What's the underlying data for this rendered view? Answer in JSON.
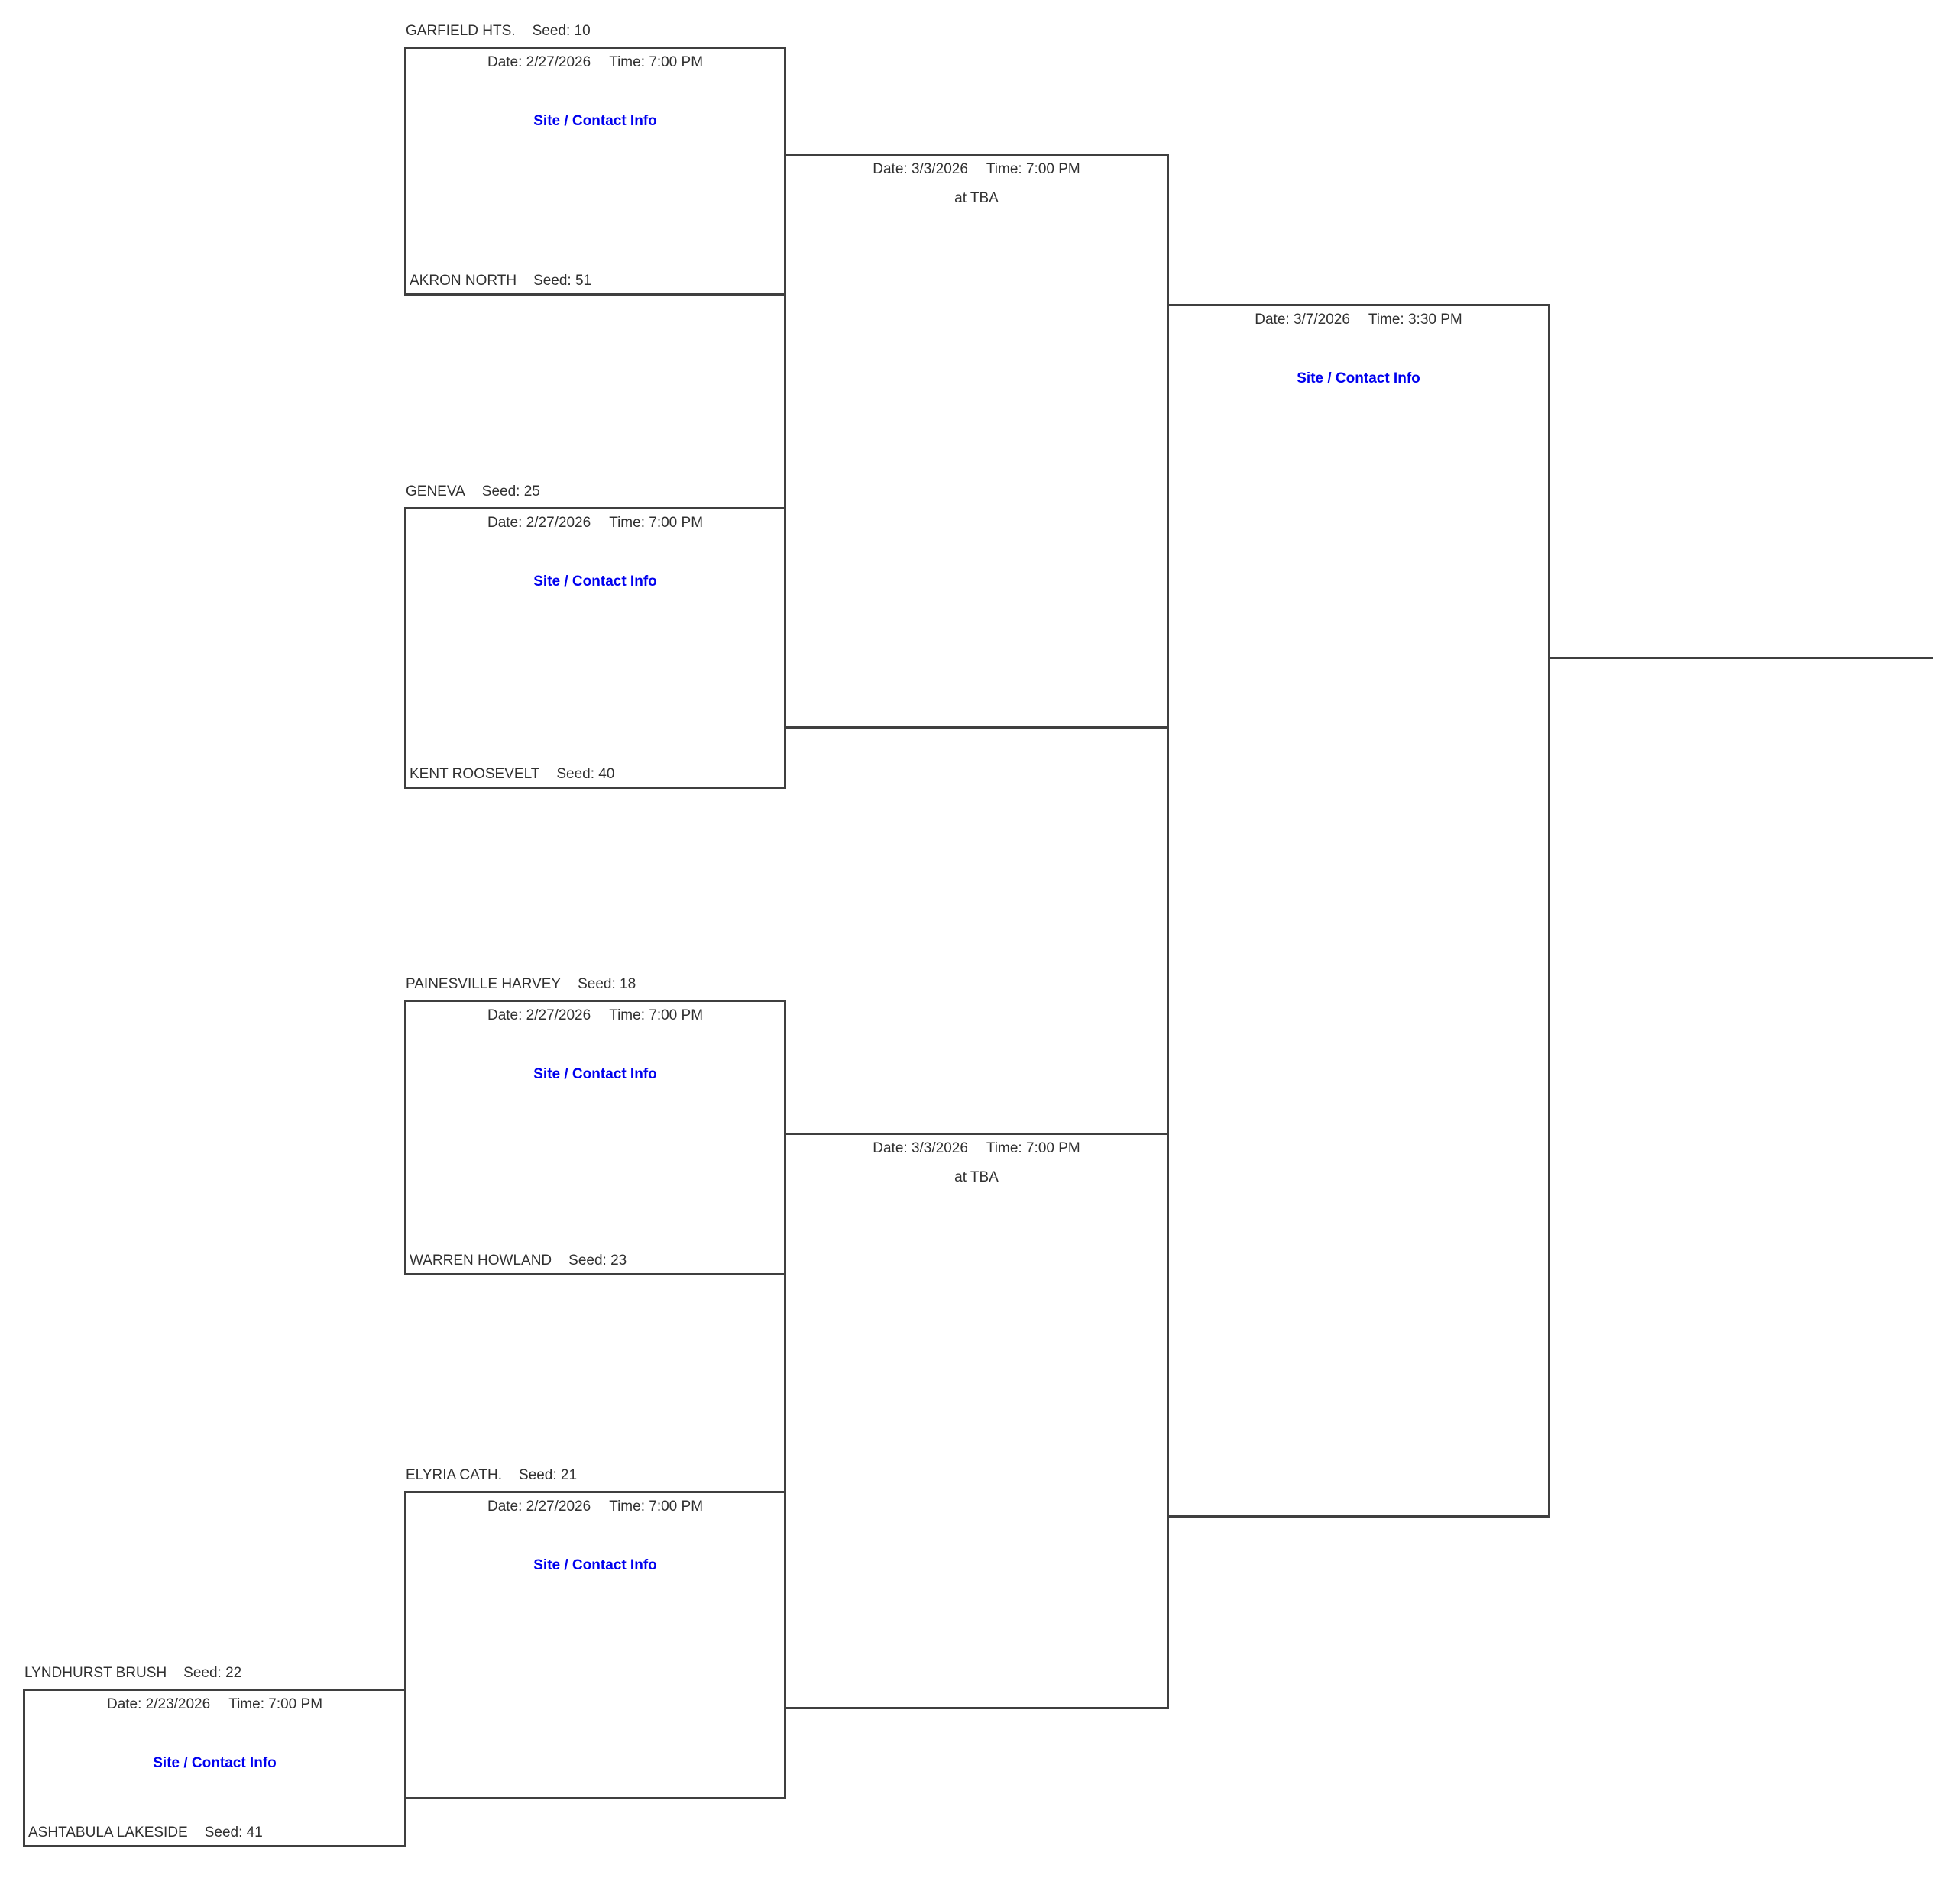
{
  "colors": {
    "link_blue": "#0000ee",
    "line": "#3f3f3f",
    "text": "#303030"
  },
  "matches": {
    "playin": {
      "top_team": {
        "name": "LYNDHURST BRUSH",
        "seed": "Seed: 22"
      },
      "bottom_team": {
        "name": "ASHTABULA LAKESIDE",
        "seed": "Seed: 41"
      },
      "date": "Date: 2/23/2026",
      "time": "Time: 7:00 PM",
      "site_link": "Site / Contact Info"
    },
    "round1": [
      {
        "top_team": {
          "name": "GARFIELD HTS.",
          "seed": "Seed: 10"
        },
        "bottom_team": {
          "name": "AKRON NORTH",
          "seed": "Seed: 51"
        },
        "date": "Date: 2/27/2026",
        "time": "Time: 7:00 PM",
        "site_link": "Site / Contact Info"
      },
      {
        "top_team": {
          "name": "GENEVA",
          "seed": "Seed: 25"
        },
        "bottom_team": {
          "name": "KENT ROOSEVELT",
          "seed": "Seed: 40"
        },
        "date": "Date: 2/27/2026",
        "time": "Time: 7:00 PM",
        "site_link": "Site / Contact Info"
      },
      {
        "top_team": {
          "name": "PAINESVILLE HARVEY",
          "seed": "Seed: 18"
        },
        "bottom_team": {
          "name": "WARREN HOWLAND",
          "seed": "Seed: 23"
        },
        "date": "Date: 2/27/2026",
        "time": "Time: 7:00 PM",
        "site_link": "Site / Contact Info"
      },
      {
        "top_team": {
          "name": "ELYRIA CATH.",
          "seed": "Seed: 21"
        },
        "date": "Date: 2/27/2026",
        "time": "Time: 7:00 PM",
        "site_link": "Site / Contact Info"
      }
    ],
    "round2": [
      {
        "date": "Date: 3/3/2026",
        "time": "Time: 7:00 PM",
        "location": "at TBA"
      },
      {
        "date": "Date: 3/3/2026",
        "time": "Time: 7:00 PM",
        "location": "at TBA"
      }
    ],
    "round3": {
      "date": "Date: 3/7/2026",
      "time": "Time: 3:30 PM",
      "site_link": "Site / Contact Info"
    }
  }
}
